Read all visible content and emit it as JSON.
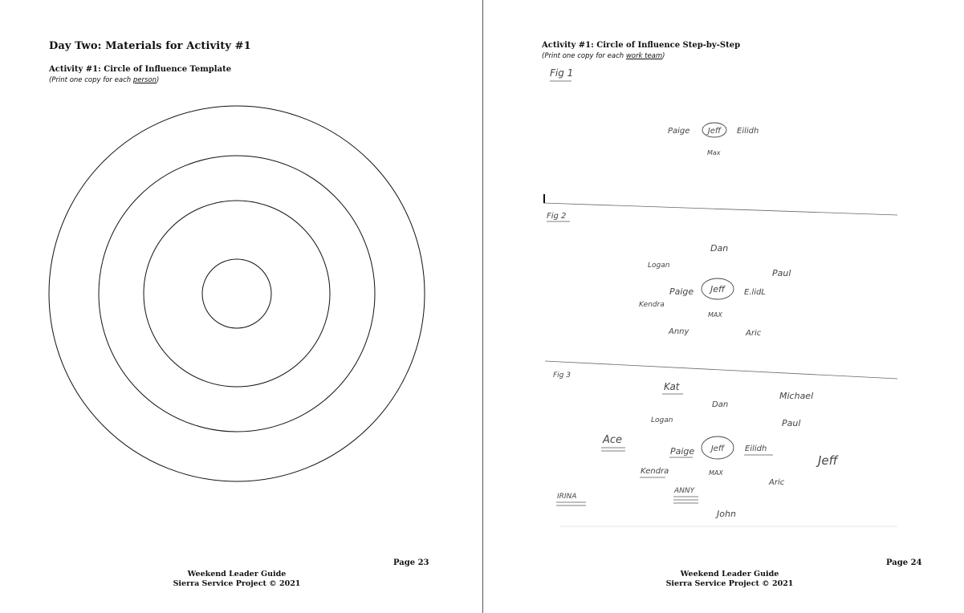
{
  "left_page": {
    "heading": "Day Two: Materials for Activity #1",
    "subheading": "Activity #1: Circle of Influence Template",
    "note_prefix": "(Print one copy for each ",
    "note_link": "person",
    "note_suffix": ")",
    "page_number": "Page 23",
    "footer_line1": "Weekend Leader Guide",
    "footer_line2": "Sierra Service Project © 2021"
  },
  "right_page": {
    "subheading": "Activity #1: Circle of Influence Step-by-Step",
    "note_prefix": "(Print one copy for each ",
    "note_link": "work team",
    "note_suffix": ")",
    "page_number": "Page 24",
    "footer_line1": "Weekend Leader Guide",
    "footer_line2": "Sierra Service Project © 2021",
    "fig1": {
      "label": "Fig 1",
      "center": "Jeff",
      "names": [
        "Paige",
        "Eilidh",
        "Max"
      ]
    },
    "fig2": {
      "label": "Fig 2",
      "center": "Jeff",
      "names": [
        "Dan",
        "Logan",
        "Paul",
        "Paige",
        "E.lidL",
        "Kendra",
        "MAX",
        "Anny",
        "Aric"
      ]
    },
    "fig3": {
      "label": "Fig 3",
      "center": "Jeff",
      "names": [
        "Kat",
        "Dan",
        "Michael",
        "Logan",
        "Paul",
        "Ace",
        "Paige",
        "Eilidh",
        "Jeff",
        "Kendra",
        "MAX",
        "Aric",
        "ANNY",
        "IRINA",
        "John"
      ]
    }
  }
}
